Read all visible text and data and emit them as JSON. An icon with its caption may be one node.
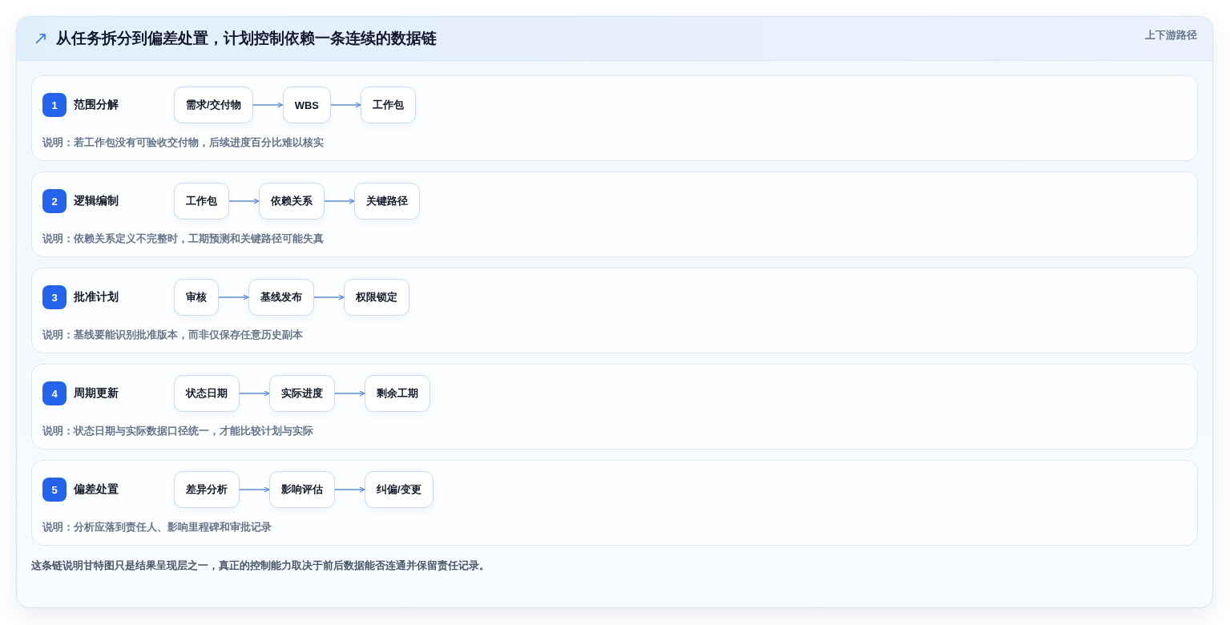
{
  "diagram": {
    "title": "从任务拆分到偏差处置，计划控制依赖一条连续的数据链",
    "caption": "这条链说明甘特图只是结果呈现层之一，真正的控制能力取决于前后数据能否连通并保留责任记录。",
    "nodes": [
      {
        "text": [
          "范围分解",
          "说明：若工作包没有可验收交付物，后续进度百分比难以核实"
        ]
      },
      {
        "text": [
          "1"
        ],
        "in": 0
      },
      {
        "text": [
          "需求/交付物"
        ],
        "in": 0
      },
      {
        "text": [
          "WBS"
        ],
        "in": 0
      },
      {
        "text": [
          "工作包"
        ],
        "in": 0
      },
      {
        "text": [
          "逻辑编制",
          "说明：依赖关系定义不完整时，工期预测和关键路径可能失真"
        ]
      },
      {
        "text": [
          "2"
        ],
        "in": 5
      },
      {
        "text": [
          "工作包"
        ],
        "in": 5
      },
      {
        "text": [
          "依赖关系"
        ],
        "in": 5
      },
      {
        "text": [
          "关键路径"
        ],
        "in": 5
      },
      {
        "text": [
          "批准计划",
          "说明：基线要能识别批准版本，而非仅保存任意历史副本"
        ]
      },
      {
        "text": [
          "3"
        ],
        "in": 10
      },
      {
        "text": [
          "审核"
        ],
        "in": 10
      },
      {
        "text": [
          "基线发布"
        ],
        "in": 10
      },
      {
        "text": [
          "权限锁定"
        ],
        "in": 10
      },
      {
        "text": [
          "周期更新",
          "说明：状态日期与实际数据口径统一，才能比较计划与实际"
        ]
      },
      {
        "text": [
          "4"
        ],
        "in": 15
      },
      {
        "text": [
          "状态日期"
        ],
        "in": 15
      },
      {
        "text": [
          "实际进度"
        ],
        "in": 15
      },
      {
        "text": [
          "剩余工期"
        ],
        "in": 15
      },
      {
        "text": [
          "偏差处置",
          "说明：分析应落到责任人、影响里程碑和审批记录"
        ]
      },
      {
        "text": [
          "5"
        ],
        "in": 20
      },
      {
        "text": [
          "差异分析"
        ],
        "in": 20
      },
      {
        "text": [
          "影响评估"
        ],
        "in": 20
      },
      {
        "text": [
          "纠偏/变更"
        ],
        "in": 20
      }
    ],
    "edges": [
      {
        "from": 2,
        "to": 3,
        "arrow": "to"
      },
      {
        "from": 3,
        "to": 4,
        "arrow": "to"
      },
      {
        "from": 7,
        "to": 8,
        "arrow": "to"
      },
      {
        "from": 8,
        "to": 9,
        "arrow": "to"
      },
      {
        "from": 12,
        "to": 13,
        "arrow": "to"
      },
      {
        "from": 13,
        "to": 14,
        "arrow": "to"
      },
      {
        "from": 17,
        "to": 18,
        "arrow": "to"
      },
      {
        "from": 18,
        "to": 19,
        "arrow": "to"
      },
      {
        "from": 22,
        "to": 23,
        "arrow": "to"
      },
      {
        "from": 23,
        "to": 24,
        "arrow": "to"
      }
    ],
    "labels": [
      "上下游路径"
    ]
  }
}
